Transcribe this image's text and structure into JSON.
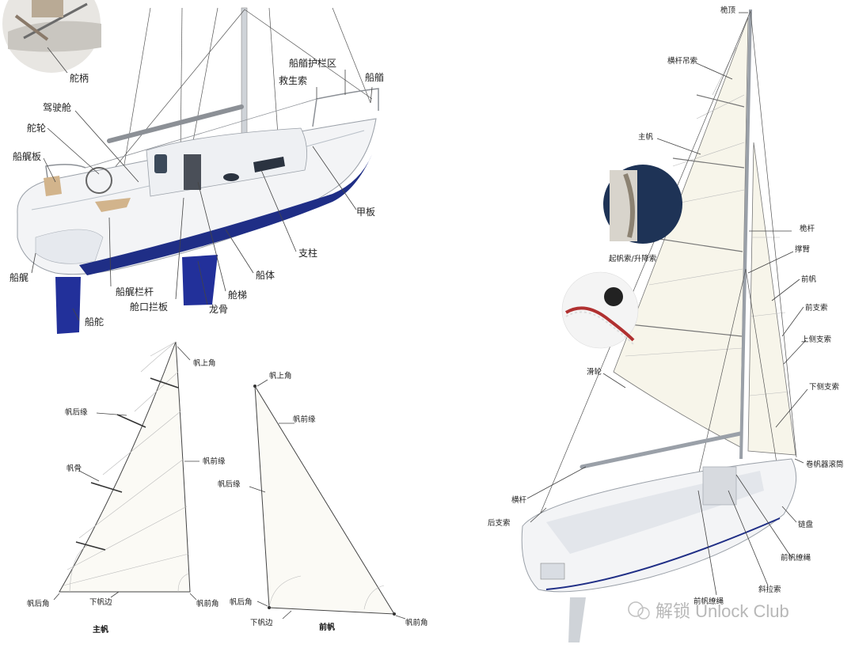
{
  "cruiser_labels": {
    "tiller": "舵柄",
    "cockpit": "驾驶舱",
    "wheel": "舵轮",
    "transom_board": "船艉板",
    "stern": "船艉",
    "stern_rail": "船艉栏杆",
    "hatch_board": "舱口拦板",
    "keel": "龙骨",
    "rudder": "船舵",
    "companionway": "舱梯",
    "hull": "船体",
    "stanchion": "支柱",
    "deck": "甲板",
    "bow": "船艏",
    "bow_pulpit": "船艏护栏区",
    "lifeline": "救生索"
  },
  "mainsail_labels": {
    "head": "帆上角",
    "leech": "帆后缘",
    "batten": "帆骨",
    "luff": "帆前缘",
    "clew": "帆后角",
    "foot": "下帆边",
    "tack": "帆前角",
    "name": "主帆"
  },
  "jib_labels": {
    "head": "帆上角",
    "luff": "帆前缘",
    "leech": "帆后缘",
    "clew": "帆后角",
    "foot": "下帆边",
    "tack": "帆前角",
    "name": "前帆"
  },
  "dinghy_labels": {
    "masthead": "桅顶",
    "batten_pocket": "横杆吊索",
    "mainsail": "主帆",
    "halyard": "起帆索/升降索",
    "mast": "桅杆",
    "spreader": "撑臂",
    "jib": "前帆",
    "forestay": "前支索",
    "upper_shroud": "上侧支索",
    "block": "滑轮",
    "lower_shroud": "下侧支索",
    "furler": "卷帆器滚筒",
    "boom": "横杆",
    "backstay": "后支索",
    "chainplate": "链盘",
    "jib_sheet_right": "前帆缭绳",
    "jib_sheet_bottom": "前帆缭绳",
    "vang": "斜拉索"
  },
  "watermark": "解锁 Unlock Club",
  "colors": {
    "hull_white": "#f3f4f6",
    "hull_shadow": "#d9dde3",
    "stripe_blue": "#1f2e86",
    "keel_blue": "#22309a",
    "sail_cream": "#f7f5ea"
  }
}
